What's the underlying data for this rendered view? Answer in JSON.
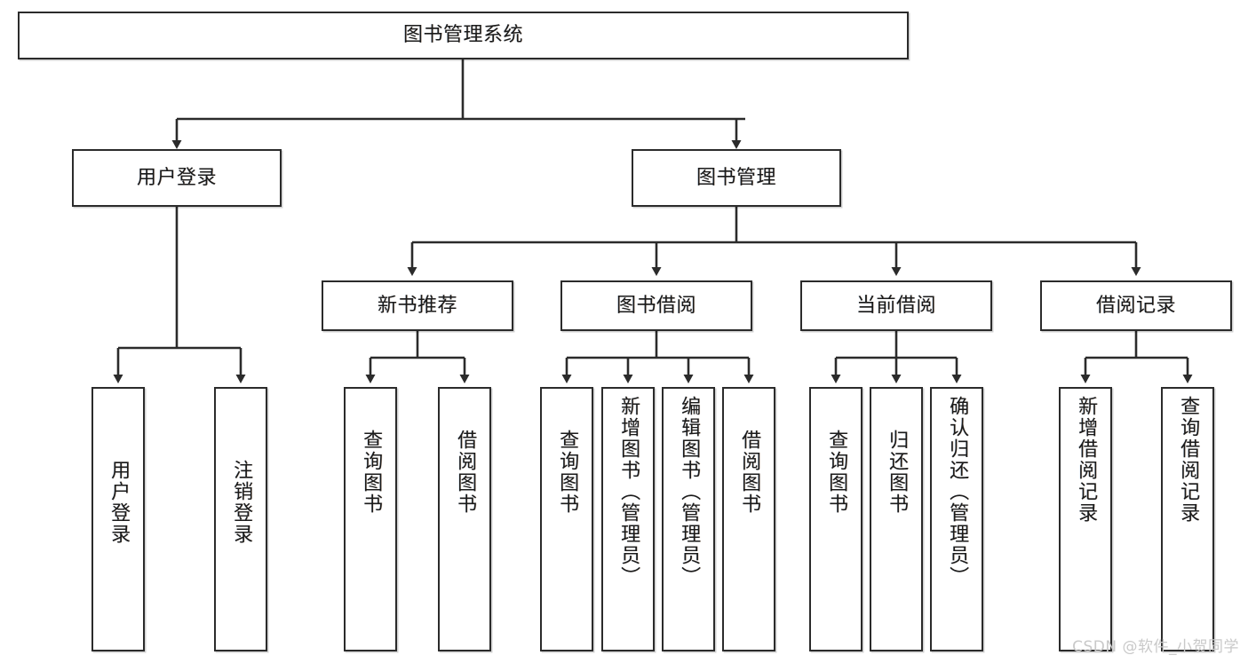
{
  "diagram": {
    "title": "图书管理系统",
    "type": "hierarchy-tree",
    "stroke_color": "#2b2b2b",
    "fill_color": "#ffffff",
    "text_color": "#1a1a1a",
    "watermark": "CSDN @软件_小贺同学"
  },
  "nodes": {
    "root": {
      "label": "图书管理系统"
    },
    "level2": [
      {
        "label": "用户登录"
      },
      {
        "label": "图书管理"
      }
    ],
    "level3": [
      {
        "label": "新书推荐"
      },
      {
        "label": "图书借阅"
      },
      {
        "label": "当前借阅"
      },
      {
        "label": "借阅记录"
      }
    ],
    "leaves": {
      "user_login": [
        {
          "label": "用户登录"
        },
        {
          "label": "注销登录"
        }
      ],
      "new_book_recommend": [
        {
          "label": "查询图书"
        },
        {
          "label": "借阅图书"
        }
      ],
      "book_borrow": [
        {
          "label": "查询图书"
        },
        {
          "label": "新增图书（管理员）"
        },
        {
          "label": "编辑图书（管理员）"
        },
        {
          "label": "借阅图书"
        }
      ],
      "current_borrow": [
        {
          "label": "查询图书"
        },
        {
          "label": "归还图书"
        },
        {
          "label": "确认归还（管理员）"
        }
      ],
      "borrow_record": [
        {
          "label": "新增借阅记录"
        },
        {
          "label": "查询借阅记录"
        }
      ]
    }
  }
}
